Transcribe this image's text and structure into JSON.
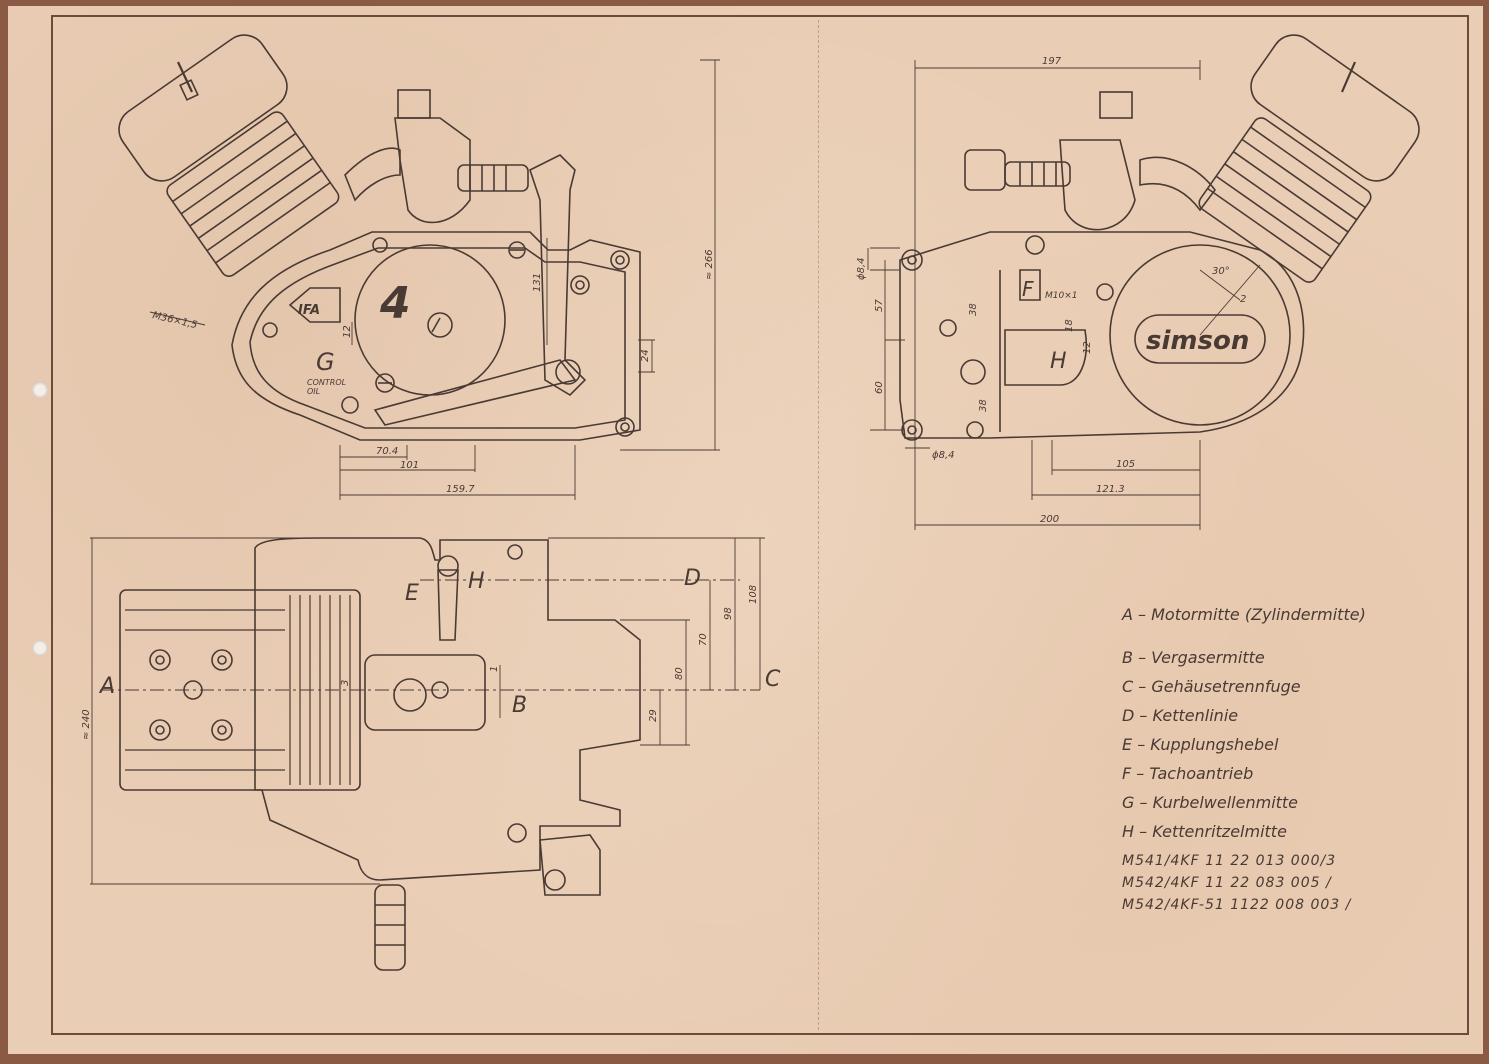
{
  "drawing": {
    "front_view_labels": {
      "thread_cyl": "M36×1,5",
      "badge": "IFA",
      "gear_number": "4",
      "point_g": "G",
      "control_oil_1": "CONTROL",
      "control_oil_2": "OIL",
      "d12": "12",
      "d131": "131",
      "d24": "24",
      "d266": "≈ 266",
      "d70_4": "70.4",
      "d101": "101",
      "d159_7": "159.7"
    },
    "rear_view_labels": {
      "brand": "simson",
      "d197": "197",
      "d8_4_top": "ϕ8,4",
      "d57": "57",
      "d38_a": "38",
      "point_f": "F",
      "thread_f": "M10×1",
      "d18": "18",
      "point_h": "H",
      "d12": "12",
      "d60": "60",
      "d38_b": "38",
      "d8_4_bottom": "ϕ8,4",
      "angle": "30°",
      "d2": "2",
      "d105": "105",
      "d121_3": "121.3",
      "d200": "200"
    },
    "top_view_labels": {
      "point_a": "A",
      "point_b": "B",
      "point_c": "C",
      "point_d": "D",
      "point_e": "E",
      "point_h": "H",
      "d240": "≈ 240",
      "d3": "3",
      "d1": "1",
      "d108": "108",
      "d98": "98",
      "d70": "70",
      "d80": "80",
      "d29": "29"
    }
  },
  "legend": {
    "items": [
      "A – Motormitte (Zylindermitte)",
      "B – Vergasermitte",
      "C – Gehäusetrennfuge",
      "D – Kettenlinie",
      "E – Kupplungshebel",
      "F – Tachoantrieb",
      "G – Kurbelwellenmitte",
      "H – Kettenritzelmitte"
    ],
    "models": [
      "M541/4KF    11 22 013   000/3",
      "M542/4KF    11 22 083   005 /",
      "M542/4KF-51 1122 008   003 /"
    ]
  },
  "colors": {
    "paper": "#e9cdb4",
    "border": "#8b5a45",
    "ink": "#4a3a34"
  }
}
